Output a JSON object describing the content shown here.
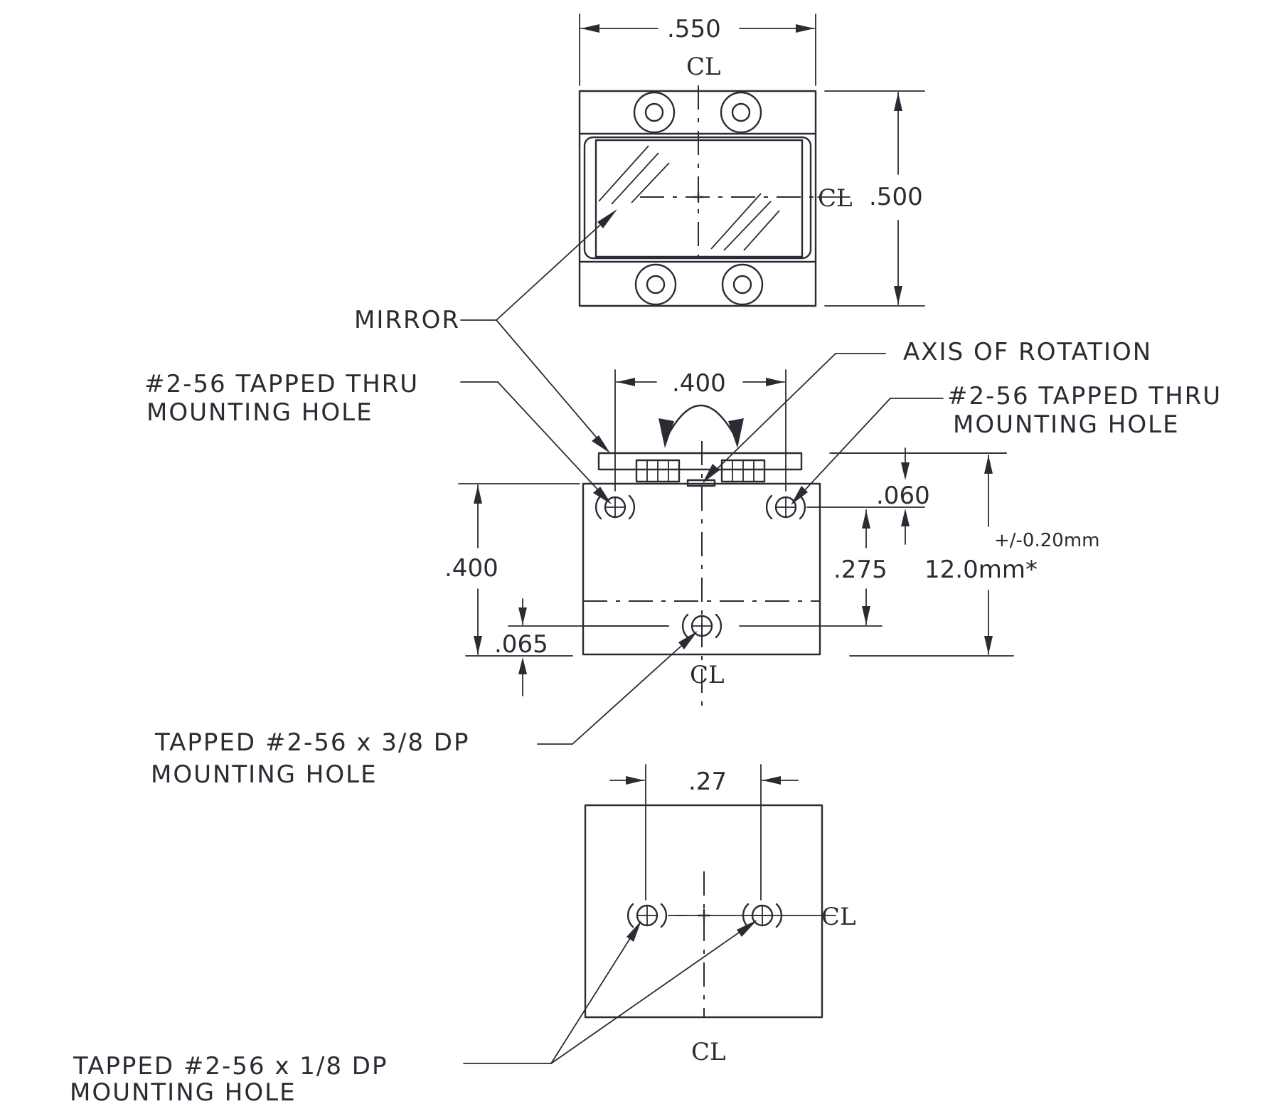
{
  "labels": {
    "mirror": "MIRROR",
    "axis_of_rotation": "AXIS OF ROTATION",
    "tapped_thru_left_line1": "#2-56 TAPPED THRU",
    "tapped_thru_left_line2": "MOUNTING HOLE",
    "tapped_thru_right_line1": "#2-56 TAPPED THRU",
    "tapped_thru_right_line2": "MOUNTING HOLE",
    "tapped_38_line1": "TAPPED  #2-56 x 3/8 DP",
    "tapped_38_line2": "MOUNTING HOLE",
    "tapped_18_line1": "TAPPED  #2-56 x 1/8 DP",
    "tapped_18_line2": "MOUNTING HOLE"
  },
  "dimensions": {
    "top_width": ".550",
    "top_height": ".500",
    "mid_hole_spacing": ".400",
    "mid_height": ".400",
    "mid_offset_top": ".060",
    "mid_hole_height": ".275",
    "mid_bottom_offset": ".065",
    "overall_height": "12.0mm*",
    "overall_tolerance": "+/-0.20mm",
    "bottom_hole_spacing": ".27"
  },
  "centerline_symbol": "CL"
}
